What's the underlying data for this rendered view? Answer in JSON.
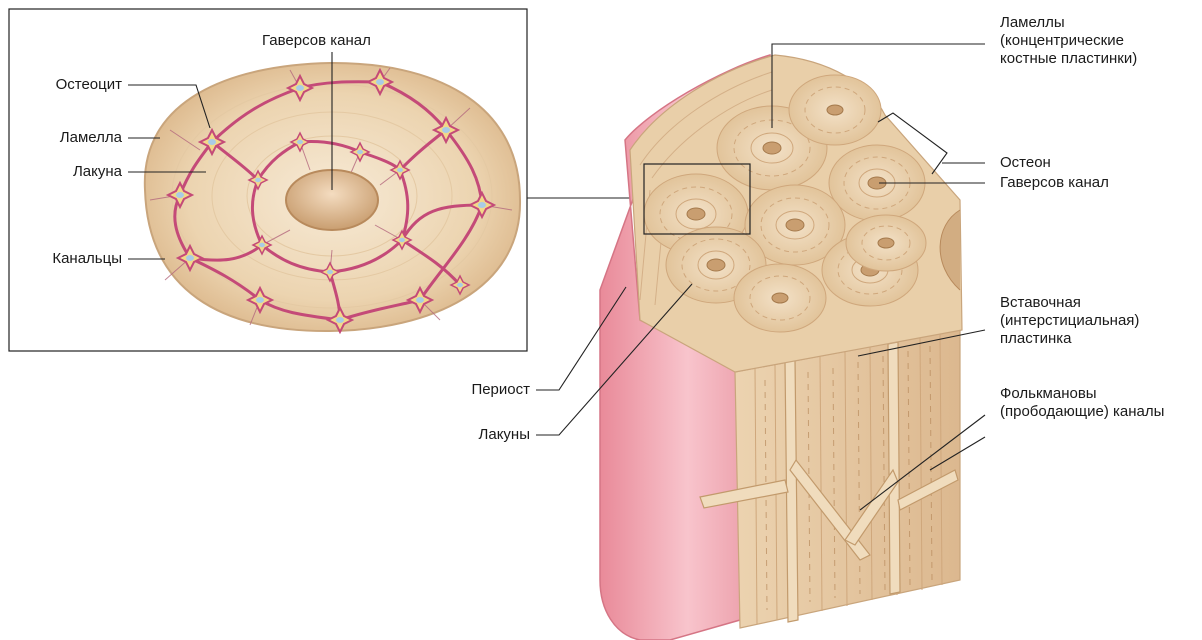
{
  "inset": {
    "haversian_canal": "Гаверсов канал",
    "osteocyte": "Остеоцит",
    "lamella": "Ламелла",
    "lacuna": "Лакуна",
    "canaliculi": "Канальцы"
  },
  "bone": {
    "lamellae": [
      "Ламеллы",
      "(концентрические",
      "костные пластинки)"
    ],
    "osteon": "Остеон",
    "haversian_canal": "Гаверсов канал",
    "interstitial": [
      "Вставочная",
      "(интерстициальная)",
      "пластинка"
    ],
    "volkmann": [
      "Фолькмановы",
      "(прободающие) каналы"
    ],
    "periosteum": "Периост",
    "lacunae": "Лакуны"
  },
  "colors": {
    "bone_fill": "#e9cfa9",
    "bone_dark": "#d7b48a",
    "periosteum": "#f0a6b0",
    "canaliculi": "#c44a78",
    "cell_nucleus": "#a9cbe6"
  }
}
